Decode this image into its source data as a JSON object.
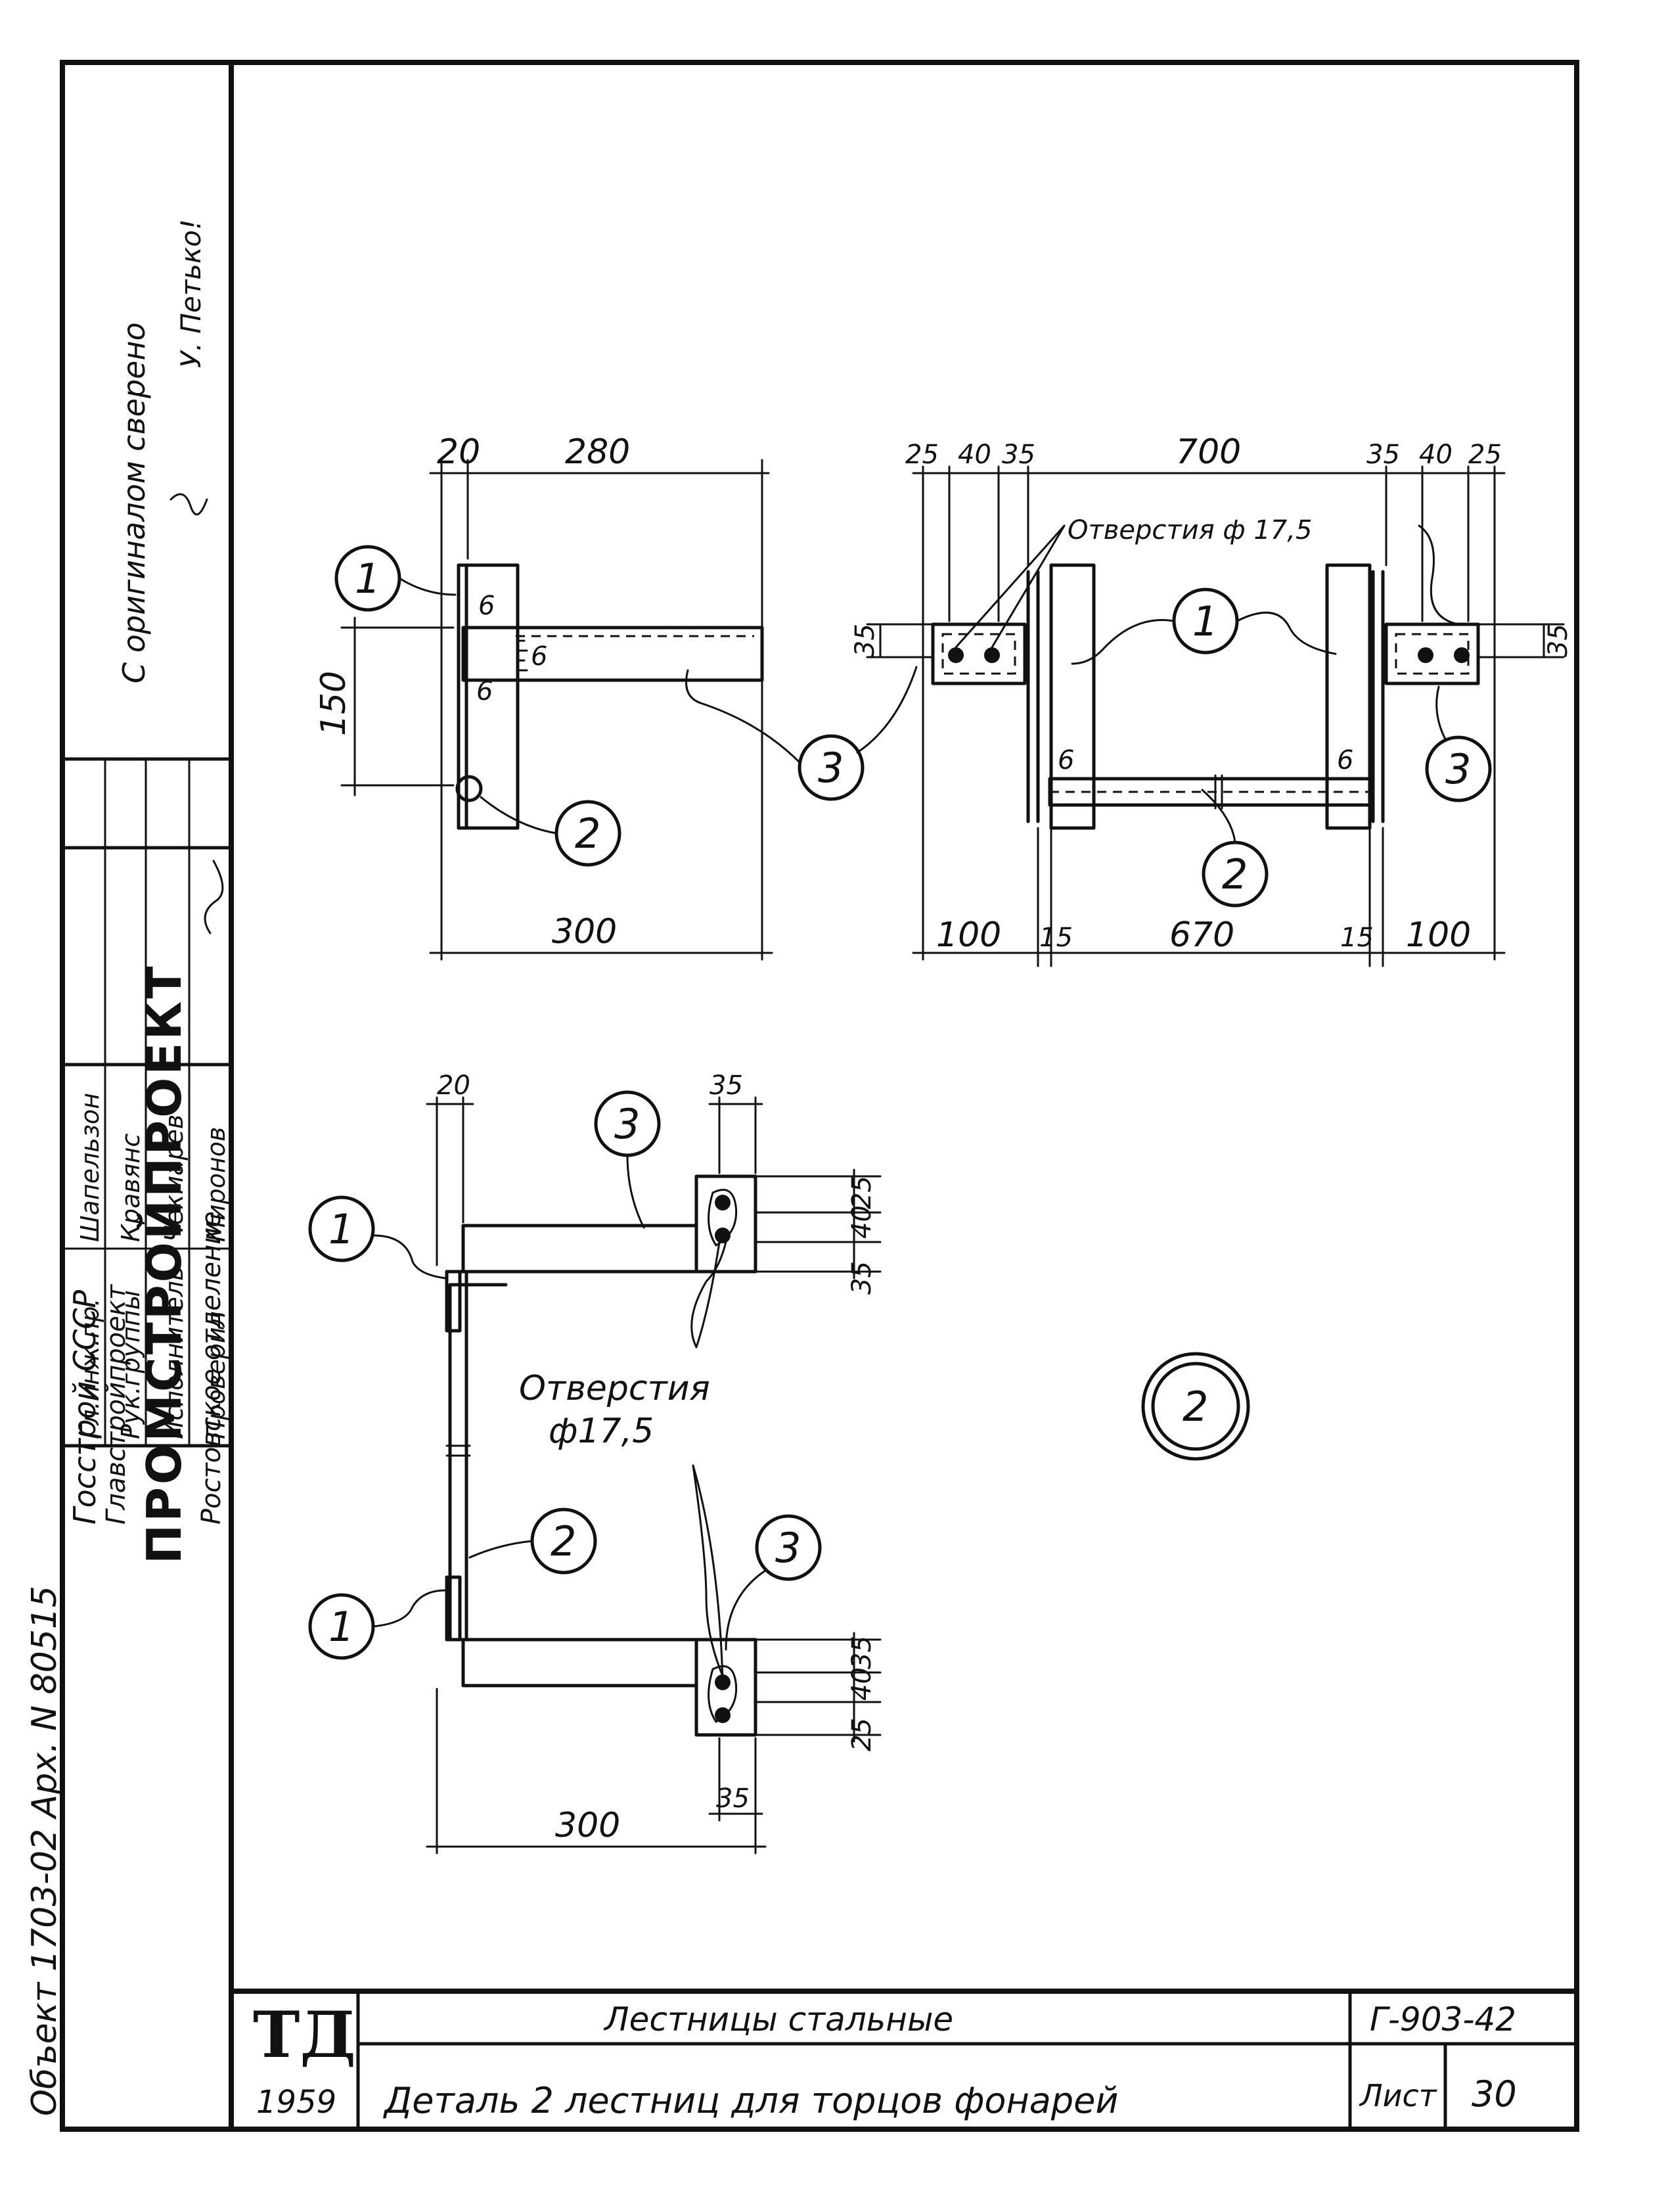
{
  "stamp": {
    "object": "Объект 1703-02 Арх. N 80515",
    "org1": "Госстрой СССР",
    "org2": "Главстройпроект",
    "org3": "ПРОМСТРОЙПРОЕКТ",
    "org4": "Ростовское отделение",
    "roles": [
      "Гл.инж.пр.",
      "Рук.группы",
      "Исполнитель",
      "Проверил"
    ],
    "names": [
      "Шапельзон",
      "Кравянс",
      "Чекмарев",
      "Миронов"
    ],
    "copy_note": "С оригиналом сверено",
    "copy_sign": "У. Петько!"
  },
  "title_block": {
    "logo": "ТД",
    "year": "1959",
    "series_title": "Лестницы стальные",
    "sheet_title": "Деталь 2 лестниц для торцов фонарей",
    "code": "Г-903-42",
    "sheet_label": "Лист",
    "sheet_number": "30"
  },
  "view1": {
    "dims": [
      "20",
      "280",
      "150",
      "6",
      "6",
      "6",
      "300"
    ],
    "callouts": [
      "1",
      "2",
      "3"
    ]
  },
  "view2": {
    "dims_top": [
      "25",
      "40",
      "35",
      "700",
      "35",
      "40",
      "25"
    ],
    "dims_bottom": [
      "100",
      "15",
      "670",
      "15",
      "100"
    ],
    "side": [
      "35",
      "35"
    ],
    "weld": [
      "6",
      "6"
    ],
    "holes": "Отверстия ф 17,5",
    "callouts": [
      "1",
      "2",
      "3",
      "3"
    ]
  },
  "view3": {
    "dims": [
      "20",
      "35",
      "25",
      "40",
      "35",
      "35",
      "40",
      "25",
      "35",
      "300"
    ],
    "holes1": "Отверстия",
    "holes2": "ф17,5",
    "callouts": [
      "3",
      "1",
      "2",
      "3",
      "1"
    ]
  },
  "detail_mark": "2"
}
